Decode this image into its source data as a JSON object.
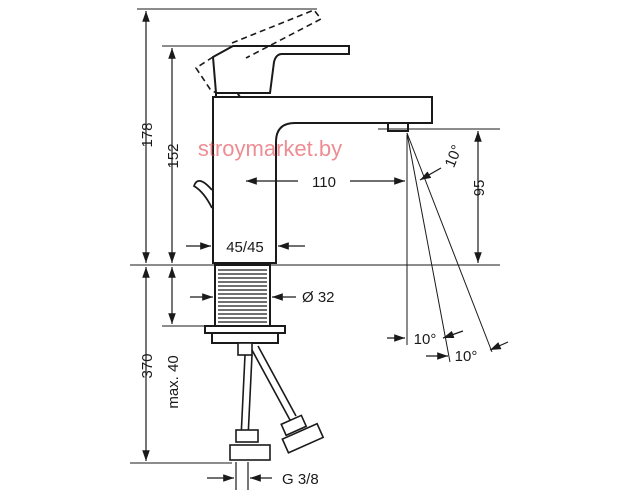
{
  "drawing": {
    "watermark": "stroymarket.by",
    "dims": {
      "height_total": "178",
      "height_spout": "152",
      "reach": "110",
      "spout_clearance": "95",
      "angle_top": "10°",
      "angle_left": "10°",
      "angle_right": "10°",
      "lever_rotation": "45/45",
      "thread_diameter": "Ø 32",
      "below_deck": "370",
      "max_deck": "max. 40",
      "connection": "G 3/8"
    }
  }
}
